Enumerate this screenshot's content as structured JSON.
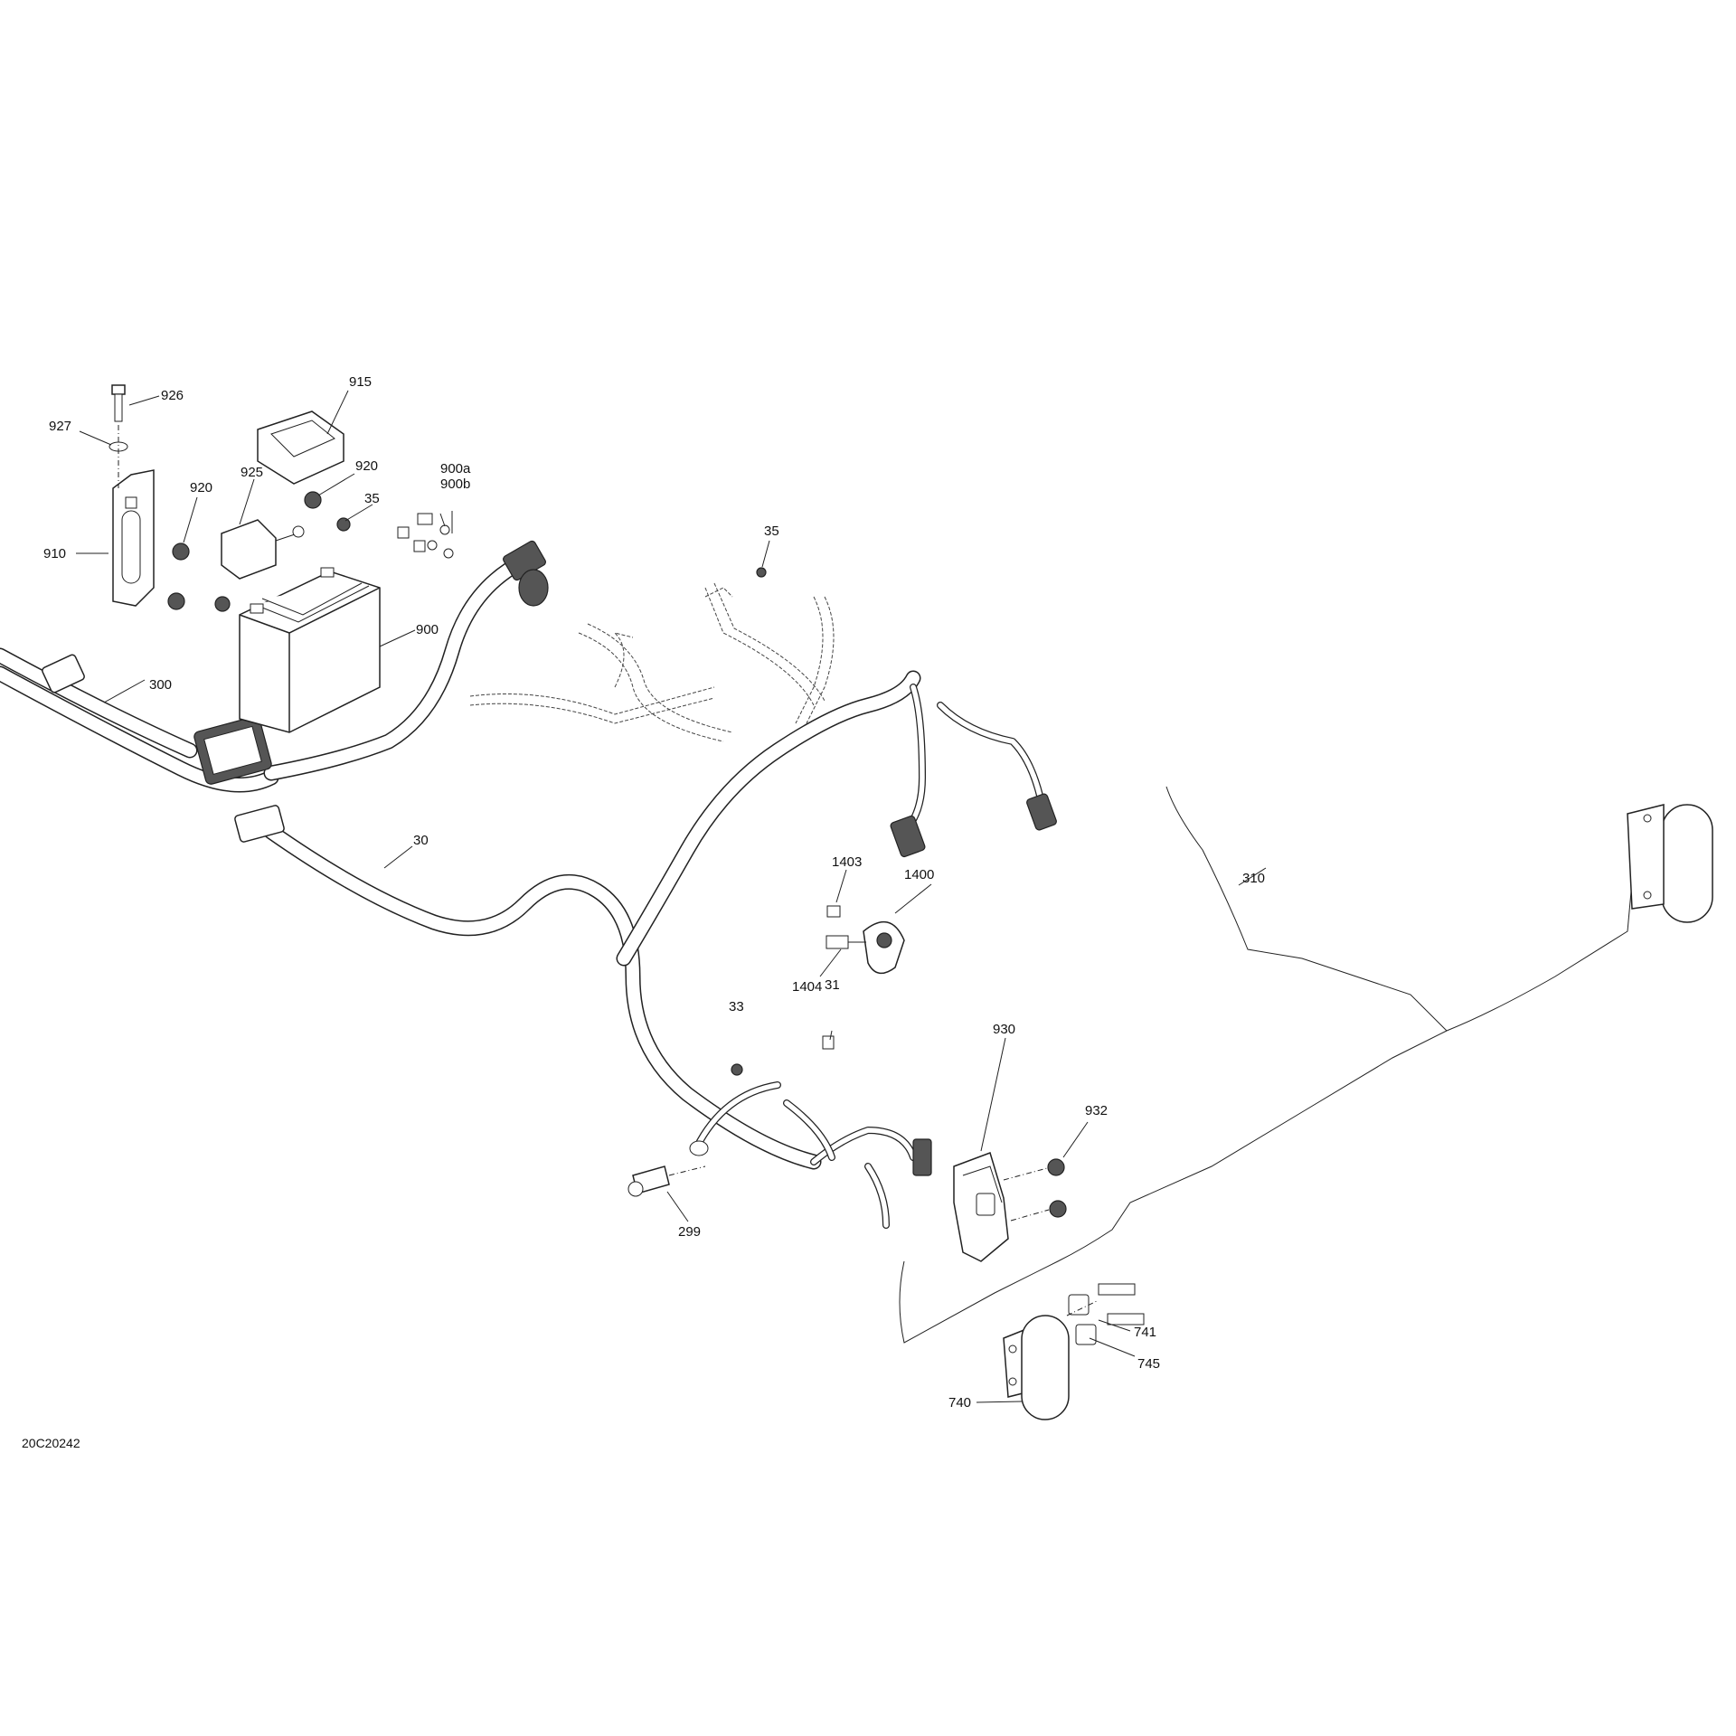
{
  "diagram": {
    "figure_id": "20C20242",
    "callouts": [
      {
        "id": "926",
        "text": "926"
      },
      {
        "id": "927",
        "text": "927"
      },
      {
        "id": "915",
        "text": "915"
      },
      {
        "id": "925",
        "text": "925"
      },
      {
        "id": "920a",
        "text": "920"
      },
      {
        "id": "920b",
        "text": "920"
      },
      {
        "id": "910",
        "text": "910"
      },
      {
        "id": "35a",
        "text": "35"
      },
      {
        "id": "900a",
        "text": "900a"
      },
      {
        "id": "900b",
        "text": "900b"
      },
      {
        "id": "35b",
        "text": "35"
      },
      {
        "id": "900",
        "text": "900"
      },
      {
        "id": "300",
        "text": "300"
      },
      {
        "id": "30",
        "text": "30"
      },
      {
        "id": "1403",
        "text": "1403"
      },
      {
        "id": "1400",
        "text": "1400"
      },
      {
        "id": "1404",
        "text": "1404"
      },
      {
        "id": "310",
        "text": "310"
      },
      {
        "id": "33",
        "text": "33"
      },
      {
        "id": "31",
        "text": "31"
      },
      {
        "id": "930",
        "text": "930"
      },
      {
        "id": "932",
        "text": "932"
      },
      {
        "id": "299",
        "text": "299"
      },
      {
        "id": "741",
        "text": "741"
      },
      {
        "id": "745",
        "text": "745"
      },
      {
        "id": "740",
        "text": "740"
      }
    ]
  }
}
